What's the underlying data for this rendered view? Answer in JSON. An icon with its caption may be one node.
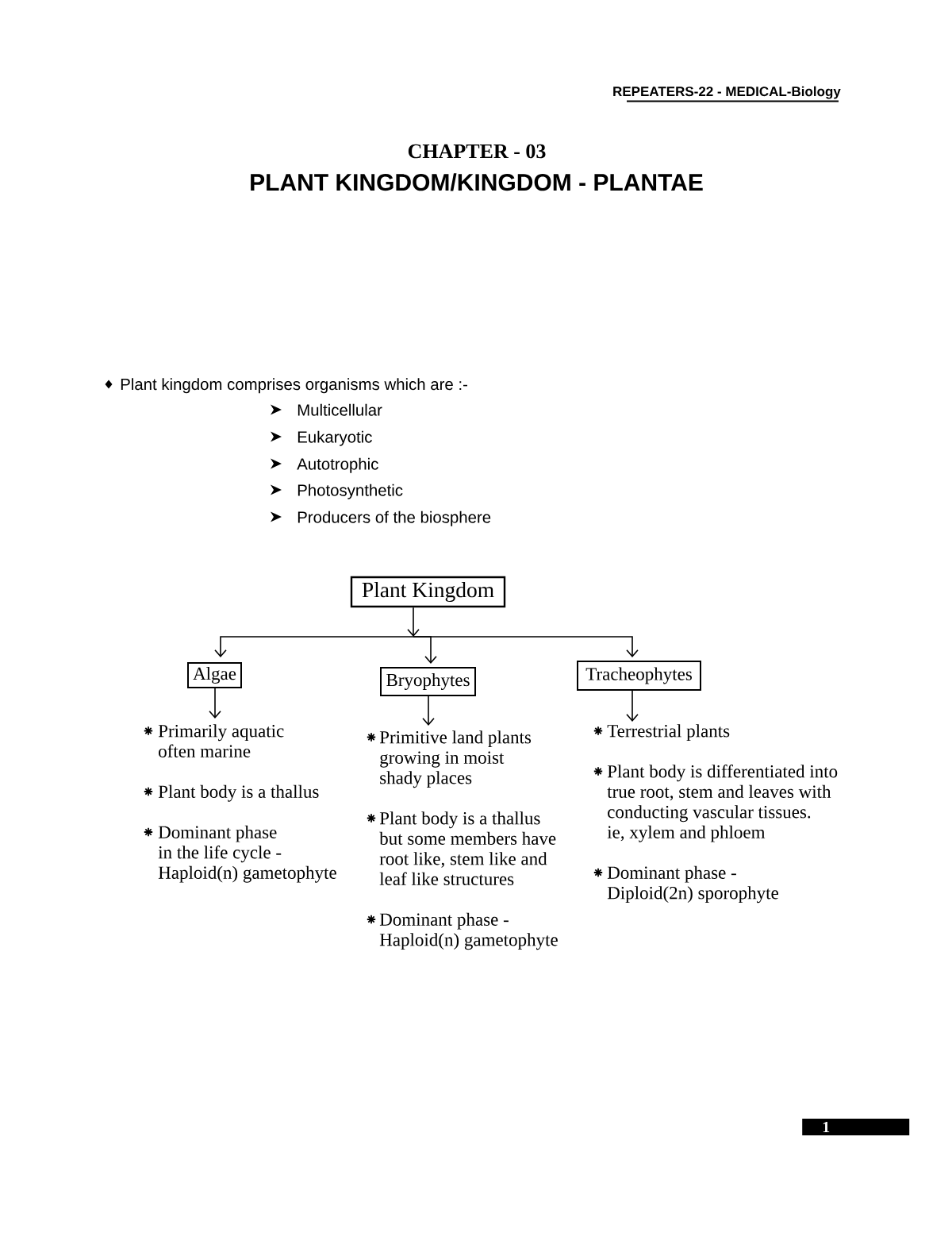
{
  "diagram": {
    "title": "PLANT KINGDOM/KINGDOM - PLANTAE",
    "nodes": [
      {
        "text": [
          "Plant Kingdom"
        ]
      },
      {
        "text": [
          "Algae"
        ]
      },
      {
        "text": [
          "Bryophytes"
        ]
      },
      {
        "text": [
          "Tracheophytes"
        ]
      },
      {
        "text": [
          "Primarily aquatic often marine",
          "Plant body is a thallus",
          "Dominant phase in the life cycle - Haploid(n) gametophyte"
        ]
      },
      {
        "text": [
          "Primitive land plants growing in moist shady places",
          "Plant body is a thallus but some members have root like, stem like and leaf like structures",
          "Dominant phase - Haploid(n) gametophyte"
        ]
      },
      {
        "text": [
          "Terrestrial plants",
          "Plant body is differentiated into true root, stem and leaves with conducting vascular tissues. ie, xylem and phloem",
          "Dominant phase - Diploid(2n) sporophyte"
        ]
      }
    ],
    "edges": [
      {
        "from": 0,
        "to": 1,
        "arrow": "to"
      },
      {
        "from": 0,
        "to": 2,
        "arrow": "to"
      },
      {
        "from": 0,
        "to": 3,
        "arrow": "to"
      },
      {
        "from": 1,
        "to": 4,
        "arrow": "to"
      },
      {
        "from": 2,
        "to": 5,
        "arrow": "to"
      },
      {
        "from": 3,
        "to": 6,
        "arrow": "to"
      }
    ],
    "labels": [
      "REPEATERS-22 - MEDICAL-Biology",
      "CHAPTER - 03",
      "Plant kingdom comprises organisms which are :-",
      "Multicellular",
      "Eukaryotic",
      "Autotrophic",
      "Photosynthetic",
      "Producers of the biosphere",
      "1"
    ]
  }
}
